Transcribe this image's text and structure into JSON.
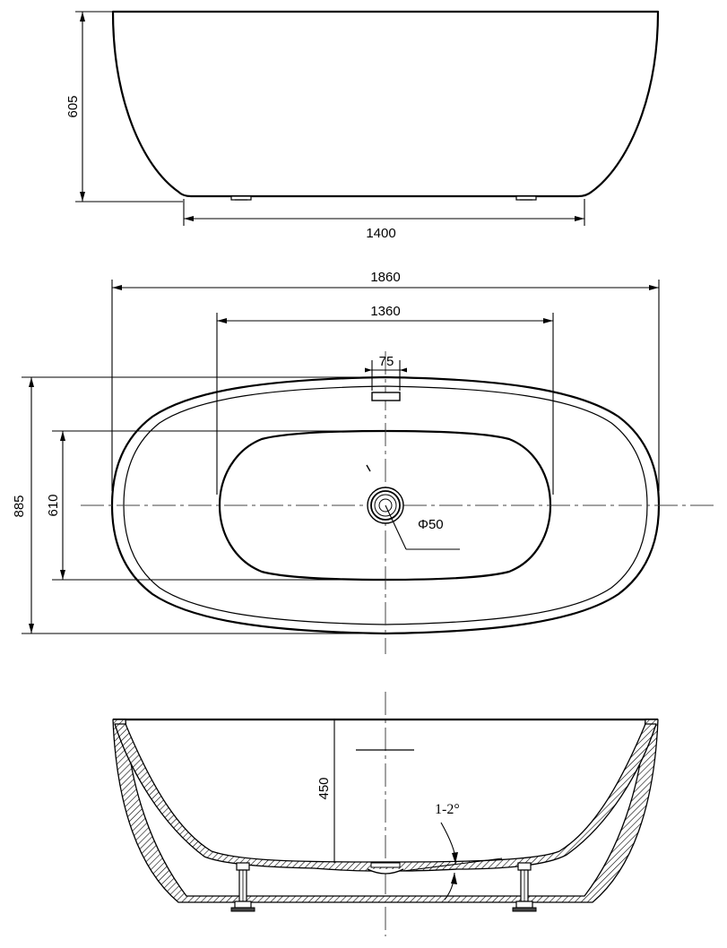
{
  "dimensions": {
    "side_height": "605",
    "base_length": "1400",
    "overall_length": "1860",
    "inner_length": "1360",
    "overflow_width": "75",
    "overall_width": "885",
    "inner_width": "610",
    "drain_diameter": "Φ50",
    "depth": "450",
    "floor_slope": "1-2°"
  }
}
